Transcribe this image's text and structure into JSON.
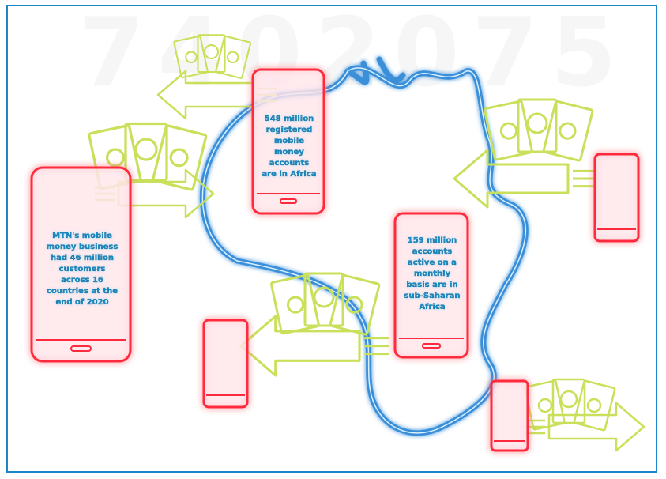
{
  "watermark": "7402075",
  "stats": [
    {
      "text": "MTN's mobile money business had 46 million customers across 16 countries at the end of 2020"
    },
    {
      "text": "548 million registered mobile money accounts are in Africa"
    },
    {
      "text": "159 million accounts active on a monthly basis are in sub-Saharan Africa"
    }
  ],
  "colors": {
    "frame": "#1a86c8",
    "phone": "#ff2a3d",
    "map": "#3a8fd9",
    "money": "#c8e05a",
    "text": "#1b8cc4"
  }
}
